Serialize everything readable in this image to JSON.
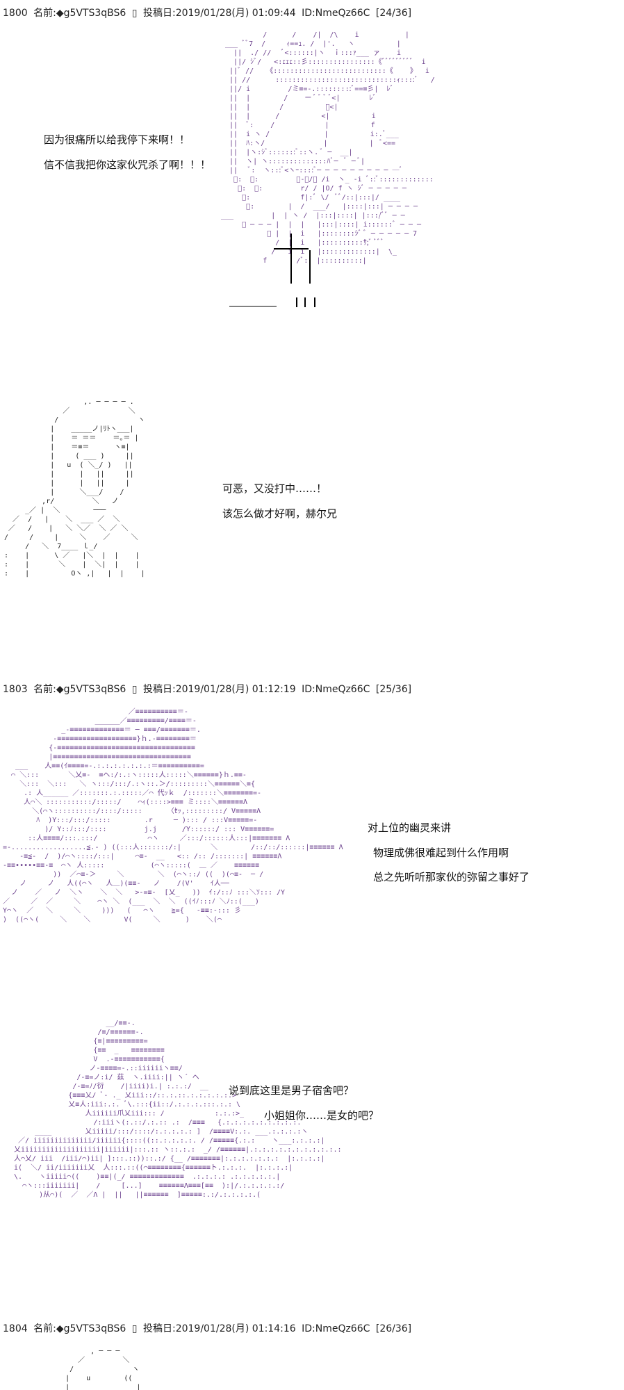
{
  "posts": [
    {
      "number": "1800",
      "name_label": "名前:",
      "trip": "◆g5VTS3qBS6",
      "box": "▯",
      "date_label": "投稿日:",
      "date": "2019/01/28(月) 01:09:44",
      "id": "ID:NmeQz66C",
      "page": "[24/36]",
      "dialog": [
        "因为很痛所以给我停下来啊！！",
        "信不信我把你这家伙咒杀了啊！！！",
        "可恶，又没打中……！",
        "该怎么做才好啊，赫尔兄"
      ]
    },
    {
      "number": "1803",
      "name_label": "名前:",
      "trip": "◆g5VTS3qBS6",
      "box": "▯",
      "date_label": "投稿日:",
      "date": "2019/01/28(月) 01:12:19",
      "id": "ID:NmeQz66C",
      "page": "[25/36]",
      "dialog": [
        "对上位的幽灵来讲",
        "物理成佛很难起到什么作用啊",
        "总之先听听那家伙的弥留之事好了",
        "说到底这里是男子宿舍吧？",
        "小姐姐你……是女的吧？"
      ]
    },
    {
      "number": "1804",
      "name_label": "名前:",
      "trip": "◆g5VTS3qBS6",
      "box": "▯",
      "date_label": "投稿日:",
      "date": "2019/01/28(月) 01:14:16",
      "id": "ID:NmeQz66C",
      "page": "[26/36]"
    }
  ],
  "colors": {
    "background": "#ffffff",
    "text": "#111111",
    "ascii_art_gray": "#3a3a3a",
    "ascii_art_purple": "#6a3f8c"
  }
}
